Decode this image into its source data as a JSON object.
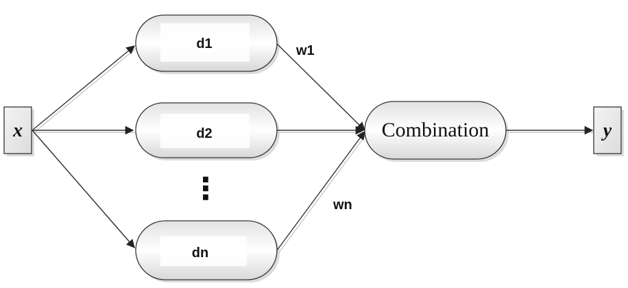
{
  "diagram": {
    "input": {
      "label": "x"
    },
    "output": {
      "label": "y"
    },
    "learners": [
      {
        "label": "d1"
      },
      {
        "label": "d2"
      },
      {
        "label": "dn"
      }
    ],
    "ellipsis": "⋮",
    "combiner": {
      "label": "Combination"
    },
    "weights": [
      {
        "label": "w1"
      },
      {
        "label": "wn"
      }
    ]
  }
}
